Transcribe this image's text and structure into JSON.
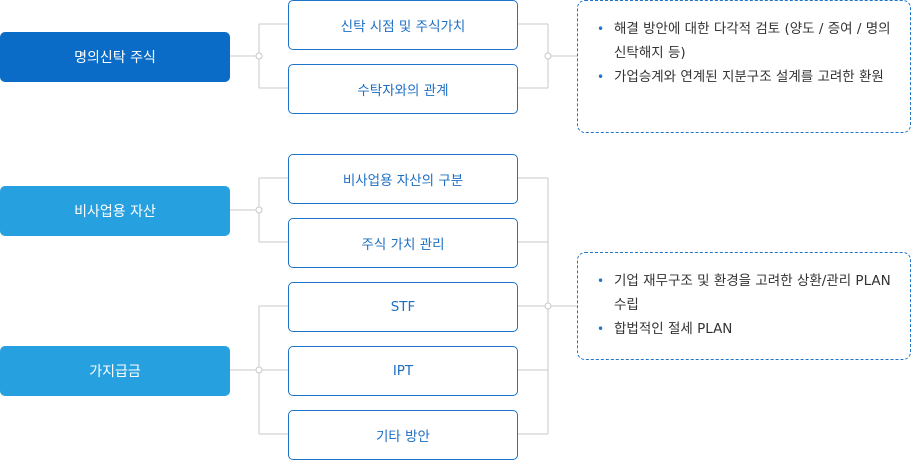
{
  "groups": [
    {
      "label": "명의신탁 주식",
      "options": [
        "신탁 시점 및 주식가치",
        "수탁자와의 관계"
      ]
    },
    {
      "label": "비사업용 자산",
      "options": [
        "비사업용 자산의 구분",
        "주식 가치 관리"
      ]
    },
    {
      "label": "가지급금",
      "options": [
        "STF",
        "IPT",
        "기타 방안"
      ]
    }
  ],
  "notes": [
    {
      "items": [
        "해결 방안에 대한 다각적 검토 (양도 / 증여 / 명의신탁해지 등)",
        "가업승계와 연계된 지분구조 설계를 고려한 환원"
      ]
    },
    {
      "items": [
        "기업 재무구조 및 환경을 고려한 상환/관리 PLAN 수립",
        "합법적인 절세 PLAN"
      ]
    }
  ],
  "colors": {
    "primary": "#0a6cc6",
    "secondary": "#27a0df",
    "line": "#c8c8c8",
    "border": "#1e74c8"
  },
  "icons": {
    "bullet": "bullet-icon"
  }
}
